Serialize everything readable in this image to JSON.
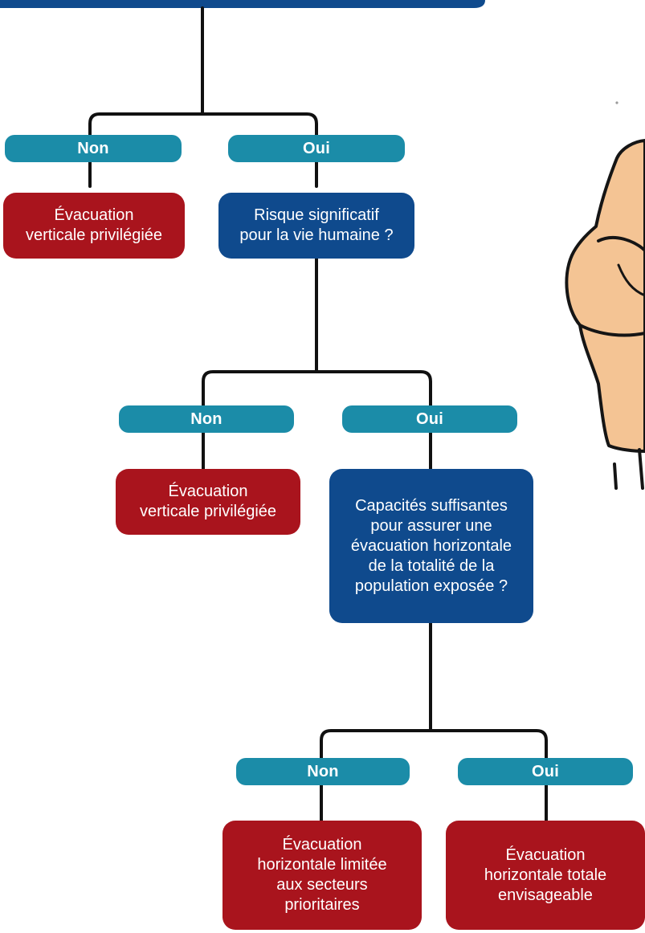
{
  "colors": {
    "answer_pill": "#1b8ca8",
    "question_box": "#0f4a8d",
    "outcome_box": "#a9141d",
    "connector": "#111111",
    "figure_skin": "#f4c494",
    "figure_outline": "#151515"
  },
  "level1": {
    "no_label": "Non",
    "yes_label": "Oui",
    "no_outcome": "Évacuation\nverticale privilégiée",
    "yes_question": "Risque significatif\npour la vie humaine ?"
  },
  "level2": {
    "no_label": "Non",
    "yes_label": "Oui",
    "no_outcome": "Évacuation\nverticale privilégiée",
    "yes_question": "Capacités suffisantes\npour assurer une\névacuation horizontale\nde la totalité de la\npopulation exposée ?"
  },
  "level3": {
    "no_label": "Non",
    "yes_label": "Oui",
    "no_outcome": "Évacuation\nhorizontale limitée\naux secteurs\nprioritaires",
    "yes_outcome": "Évacuation\nhorizontale totale\nenvisageable"
  },
  "illustration": {
    "icon": "cartoon-person-arms-crossed"
  }
}
